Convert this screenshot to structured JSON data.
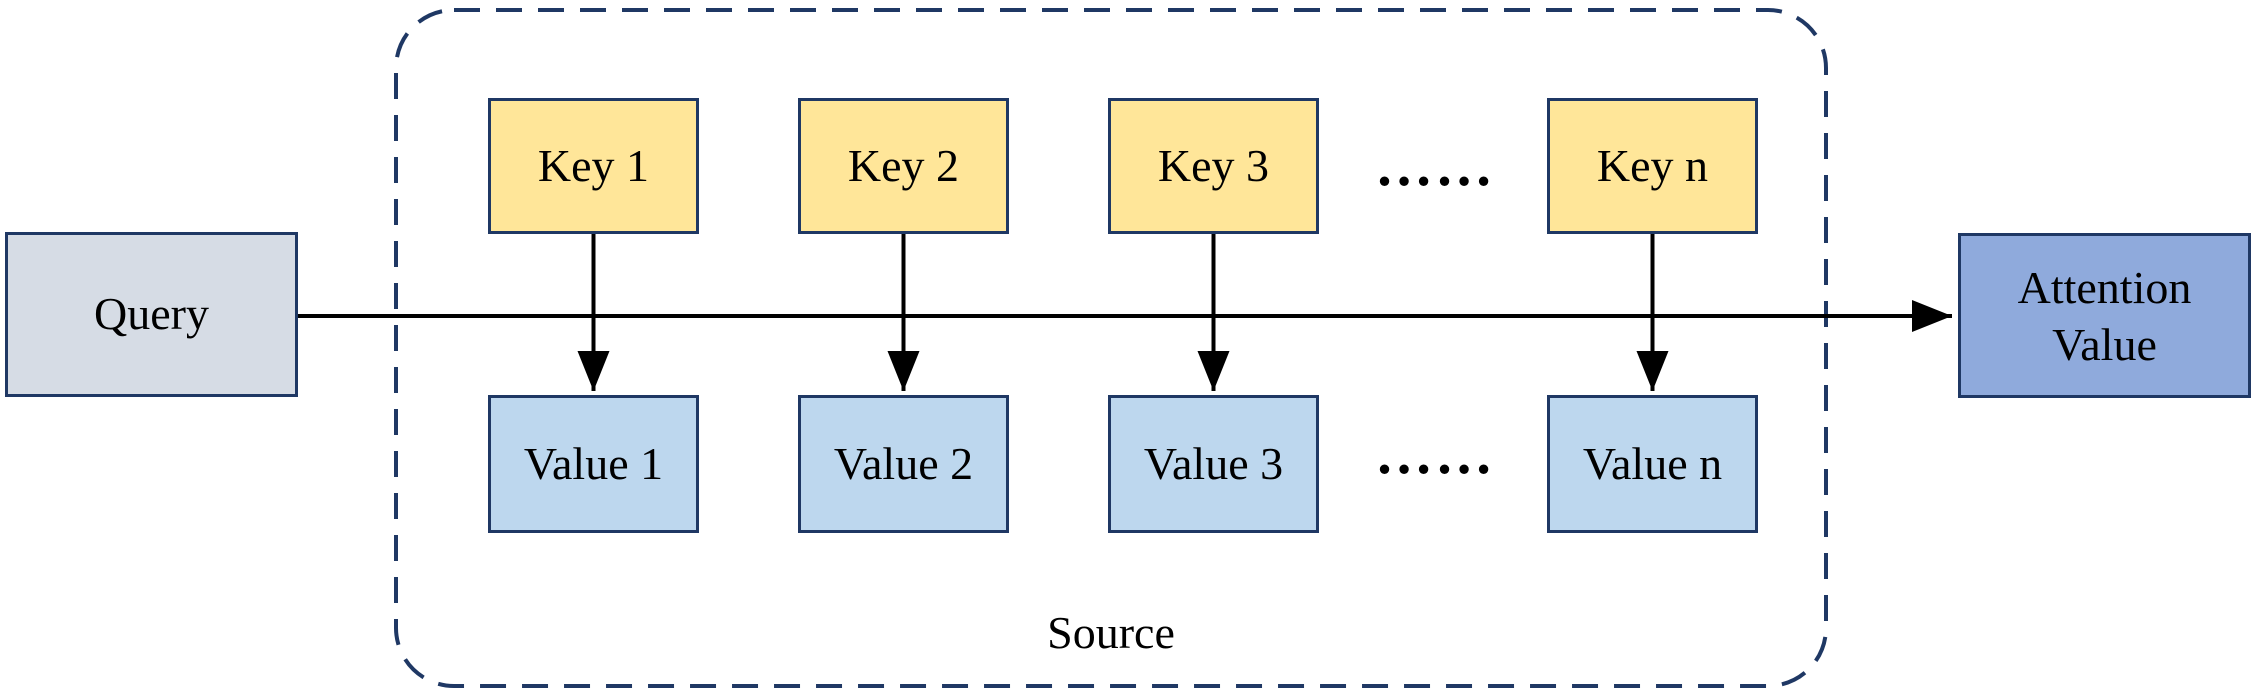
{
  "diagram": {
    "title_semantic": "attention mechanism: query over source key-value pairs",
    "query": {
      "label": "Query"
    },
    "source": {
      "label": "Source",
      "keys": [
        {
          "label": "Key 1"
        },
        {
          "label": "Key 2"
        },
        {
          "label": "Key 3"
        },
        {
          "label": "Key n"
        }
      ],
      "values": [
        {
          "label": "Value 1"
        },
        {
          "label": "Value 2"
        },
        {
          "label": "Value 3"
        },
        {
          "label": "Value n"
        }
      ],
      "ellipsis": "……"
    },
    "output": {
      "label_line1": "Attention",
      "label_line2": "Value"
    },
    "colors": {
      "query_fill": "#D6DCE5",
      "key_fill": "#FFE699",
      "value_fill": "#BDD7EE",
      "output_fill": "#8FAADC",
      "border": "#1F3864",
      "arrow": "#000000"
    }
  }
}
